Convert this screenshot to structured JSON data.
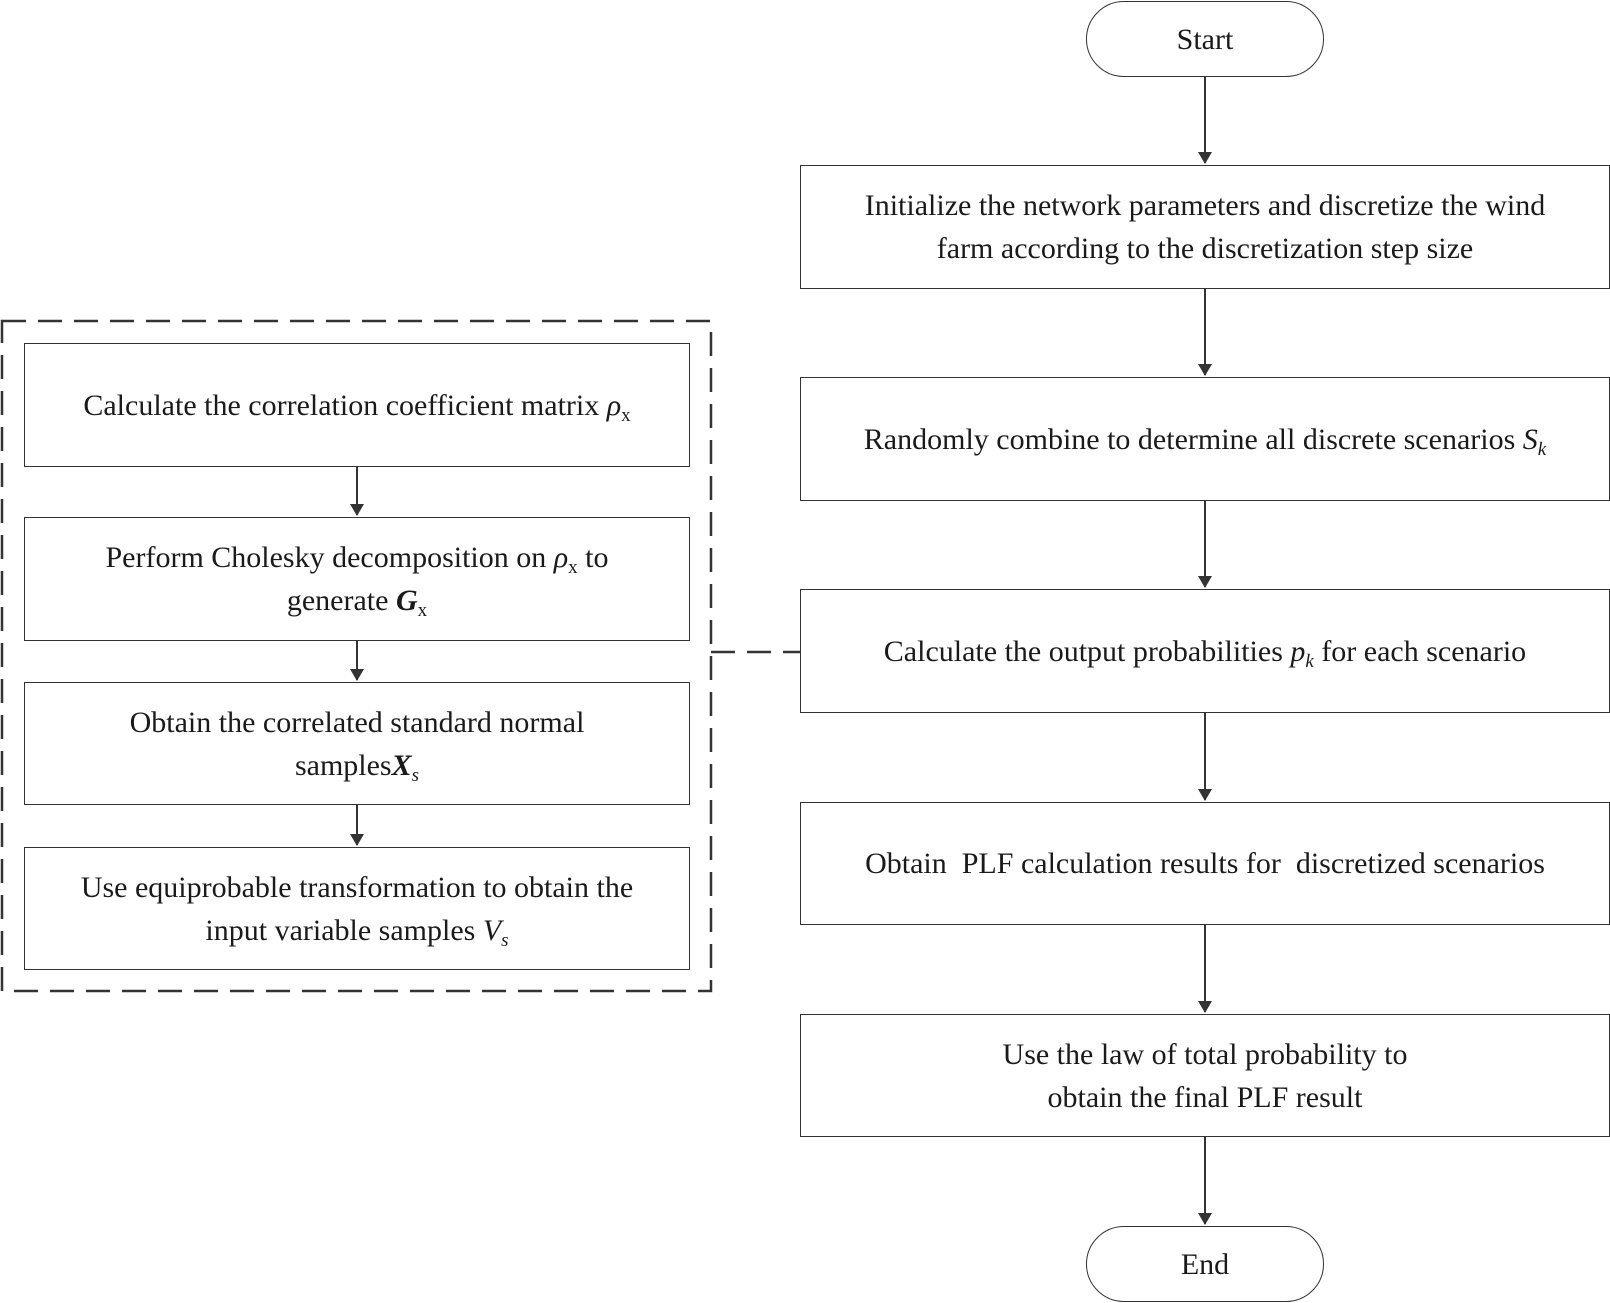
{
  "nodes": {
    "start": "Start",
    "end": "End",
    "init": {
      "line1": "Initialize the network parameters and discretize the wind",
      "line2": "farm according to the discretization step size"
    },
    "combine": {
      "text": "Randomly combine to determine all discrete scenarios ",
      "sym": "S",
      "sub": "k"
    },
    "output_prob": {
      "pre": "Calculate the output probabilities ",
      "sym": "p",
      "sub": "k",
      "post": " for each scenario"
    },
    "plf_results": "Obtain  PLF calculation results for  discretized scenarios",
    "total_prob": {
      "line1": "Use the law of total probability to",
      "line2": "obtain the final PLF result"
    },
    "corr_matrix": {
      "text": "Calculate the correlation coefficient matrix ",
      "sym": "ρ",
      "sub": "x"
    },
    "cholesky": {
      "pre": "Perform Cholesky decomposition on ",
      "sym": "ρ",
      "sub": "x",
      "post": " to",
      "line2": "generate ",
      "sym2": "G",
      "sub2": "x"
    },
    "correlated": {
      "line1": "Obtain the correlated standard normal",
      "line2": "samples",
      "sym": "X",
      "sub": "s"
    },
    "equiprob": {
      "line1": "Use equiprobable transformation to obtain the",
      "line2": "input variable samples ",
      "sym": "V",
      "sub": "s"
    }
  },
  "colors": {
    "line": "#333333",
    "text": "#1a1a1a"
  }
}
